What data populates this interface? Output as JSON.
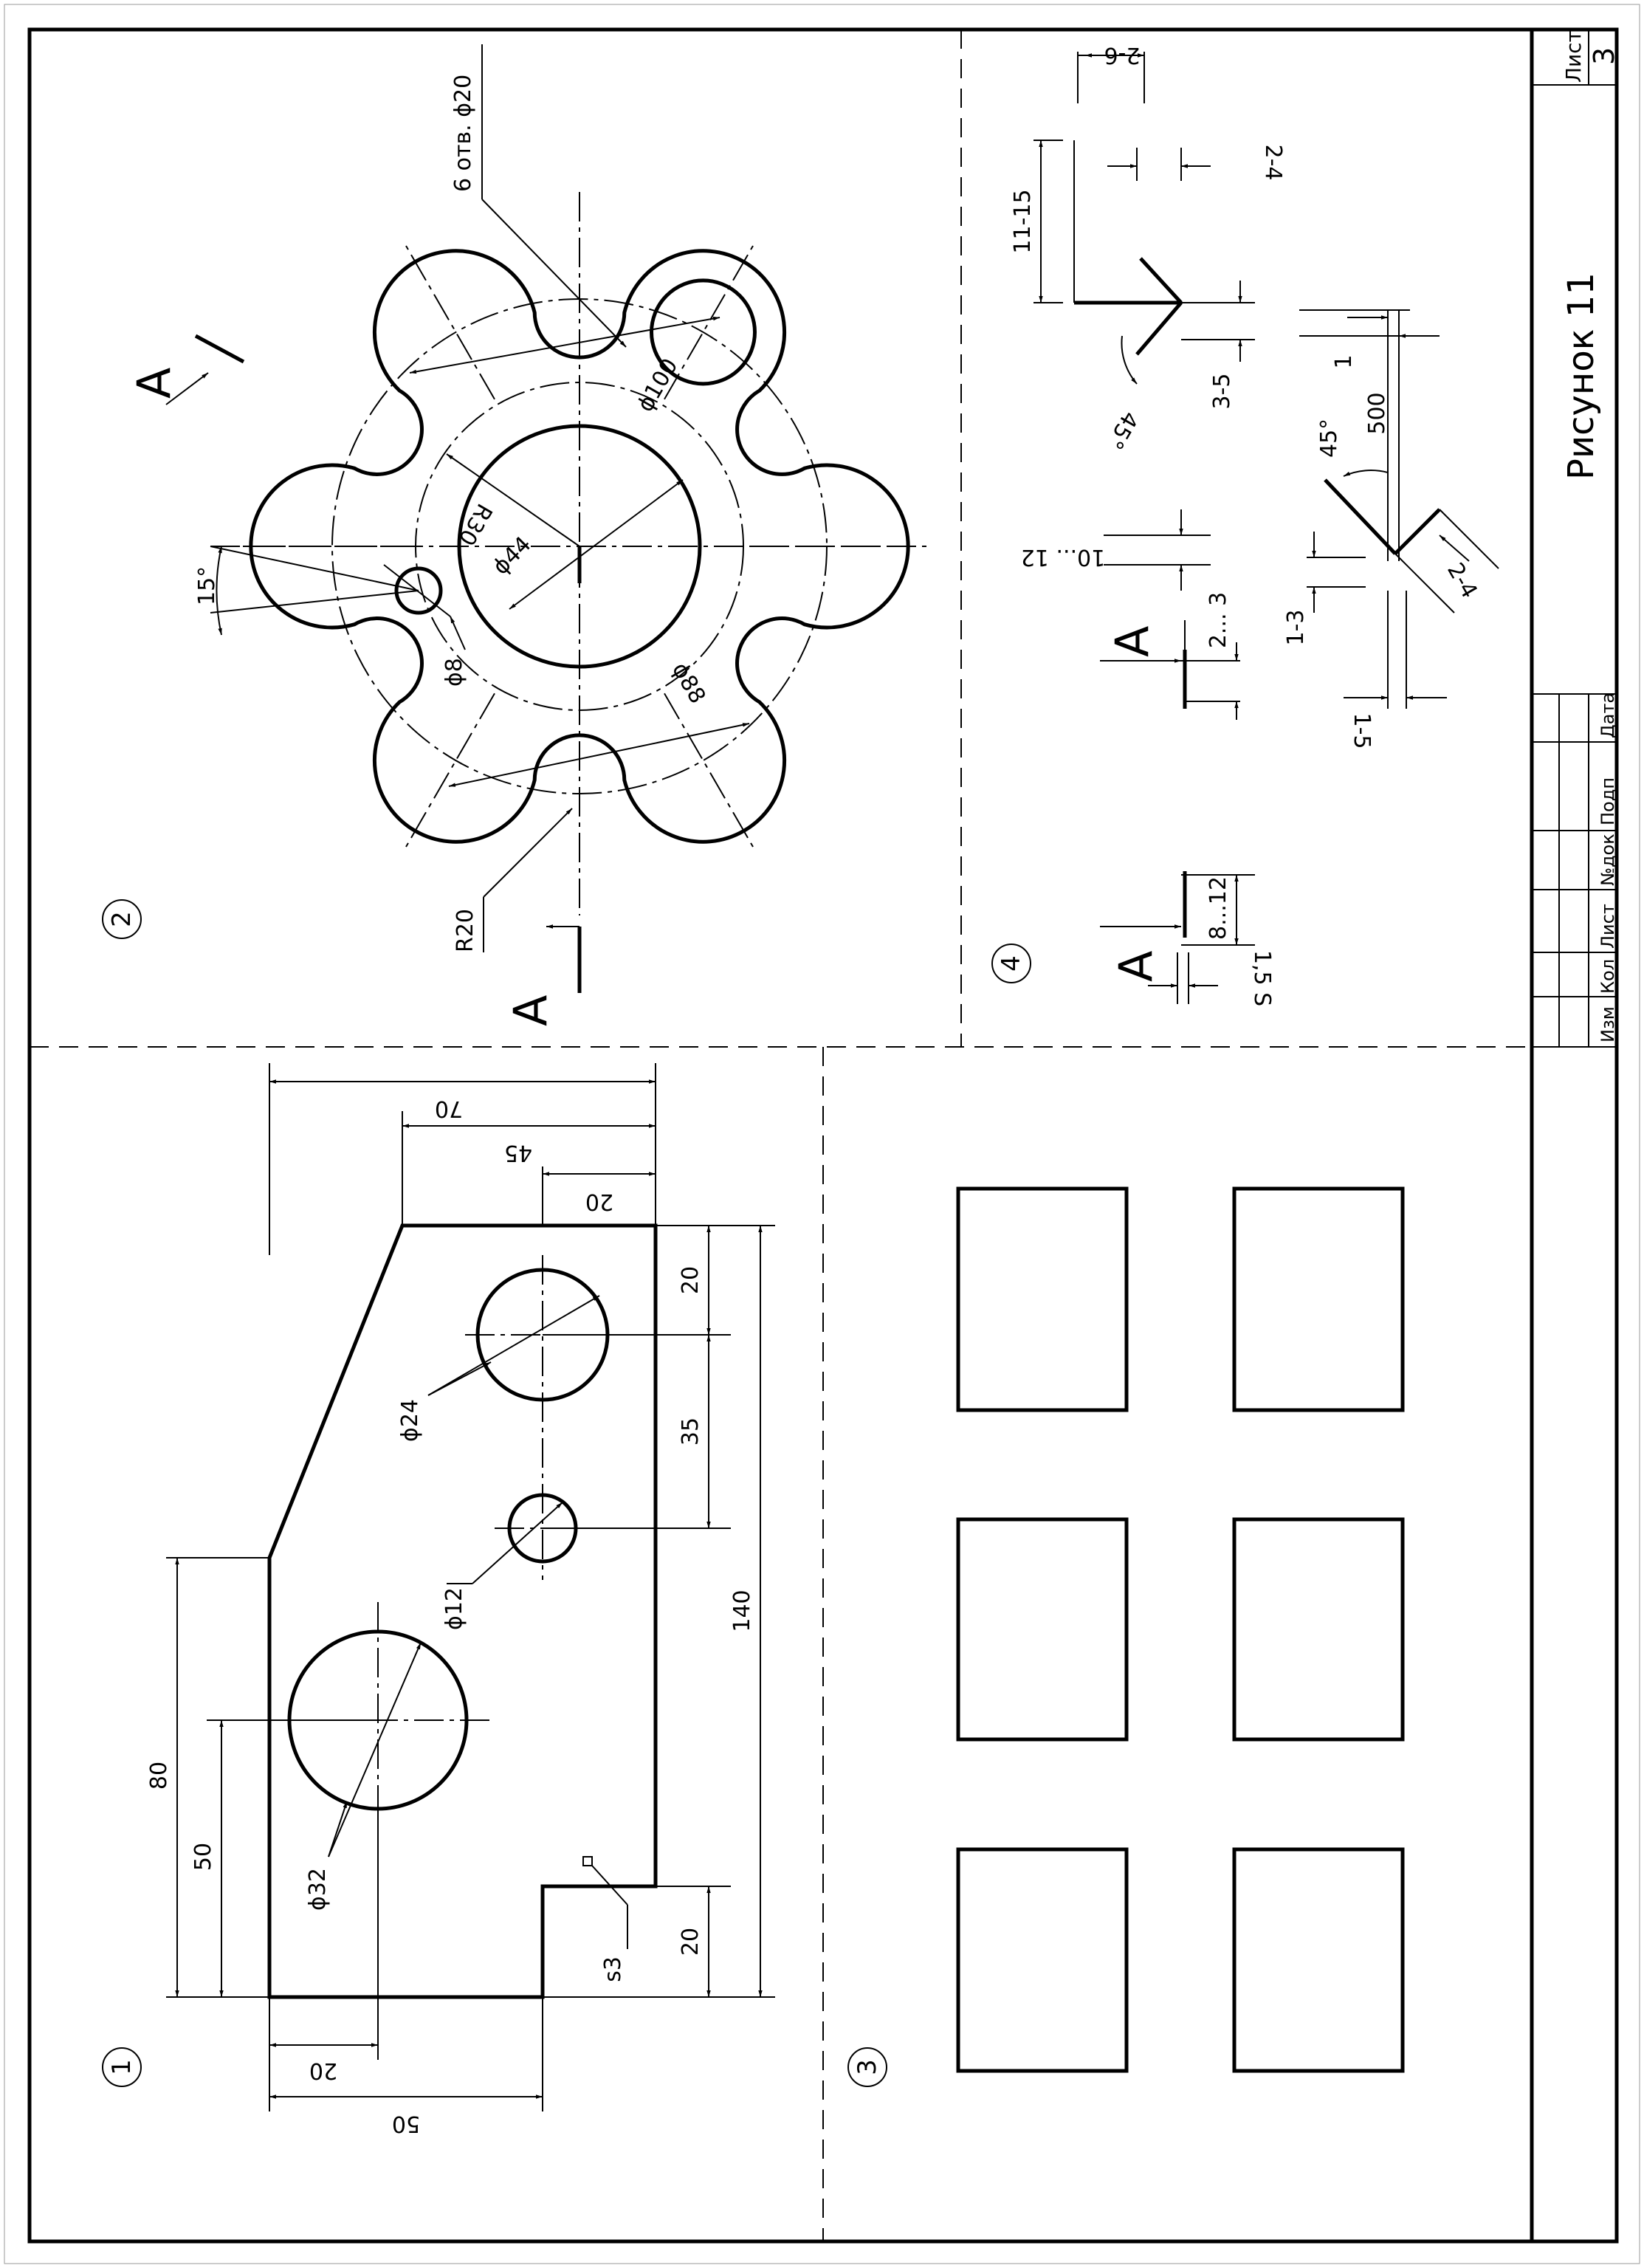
{
  "title_block": {
    "sheet_label": "Лист",
    "sheet_number": "3",
    "figure_title": "Рисунок 11",
    "columns": [
      "Изм",
      "Кол",
      "Лист",
      "№док",
      "Подп",
      "Дата"
    ]
  },
  "sections": {
    "s1": {
      "number": "1",
      "dims": {
        "d70": "70",
        "d45": "45",
        "d20_top": "20",
        "d20_a": "20",
        "d35": "35",
        "d140": "140",
        "d20_b": "20",
        "d80": "80",
        "d50_left": "50",
        "d20_bottom": "20",
        "d50_bottom": "50",
        "phi24": "ϕ24",
        "phi12": "ϕ12",
        "phi32": "ϕ32",
        "s3": "s3"
      }
    },
    "s2": {
      "number": "2",
      "section_mark": "А",
      "dims": {
        "holes": "6 отв. ϕ20",
        "phi100": "ϕ100",
        "r30": "R30",
        "phi44": "ϕ44",
        "phi88": "ϕ88",
        "phi8": "ϕ8",
        "angle15": "15°",
        "r20": "R20"
      }
    },
    "s3": {
      "number": "3"
    },
    "s4": {
      "number": "4",
      "section_mark": "А",
      "dims": {
        "d2_6": "2-6",
        "d11_15": "11-15",
        "d2_4a": "2-4",
        "d45a": "45°",
        "d3_5": "3-5",
        "d1": "1",
        "d500": "500",
        "d45b": "45°",
        "d10_12": "10... 12",
        "d2_3": "2... 3",
        "d1_3": "1-3",
        "d2_4b": "2-4",
        "d1_5": "1-5",
        "d8_12": "8...12",
        "d15s": "1,5 S"
      }
    }
  }
}
